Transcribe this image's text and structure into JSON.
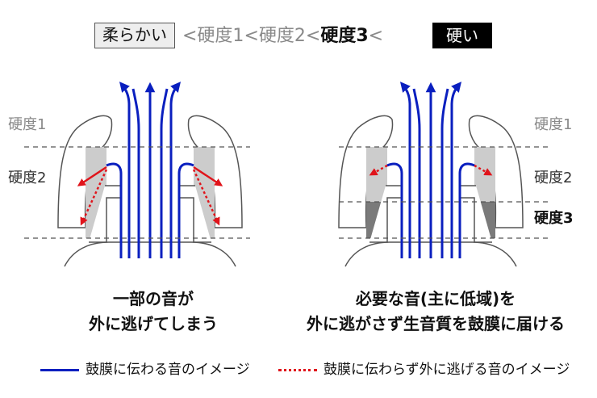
{
  "scale": {
    "soft_label": "柔らかい",
    "step1": "<硬度1",
    "step2": "<硬度2<",
    "step3": "硬度3",
    "step_end": "<",
    "hard_label": "硬い"
  },
  "levels": {
    "level1": "硬度1",
    "level2": "硬度2",
    "level3": "硬度3"
  },
  "captions": {
    "left_line1": "一部の音が",
    "left_line2": "外に逃げてしまう",
    "right_line1": "必要な音(主に低域)を",
    "right_line2": "外に逃がさず生音質を鼓膜に届ける"
  },
  "legend": {
    "solid_label": "鼓膜に伝わる音のイメージ",
    "dotted_label": "鼓膜に伝わらず外に逃げる音のイメージ"
  },
  "colors": {
    "sound_to_eardrum": "#0a1fbf",
    "escaping_sound": "#e0141b",
    "tip_fill": "#cccccc",
    "tip_fill_hard": "#7a7a7a"
  }
}
